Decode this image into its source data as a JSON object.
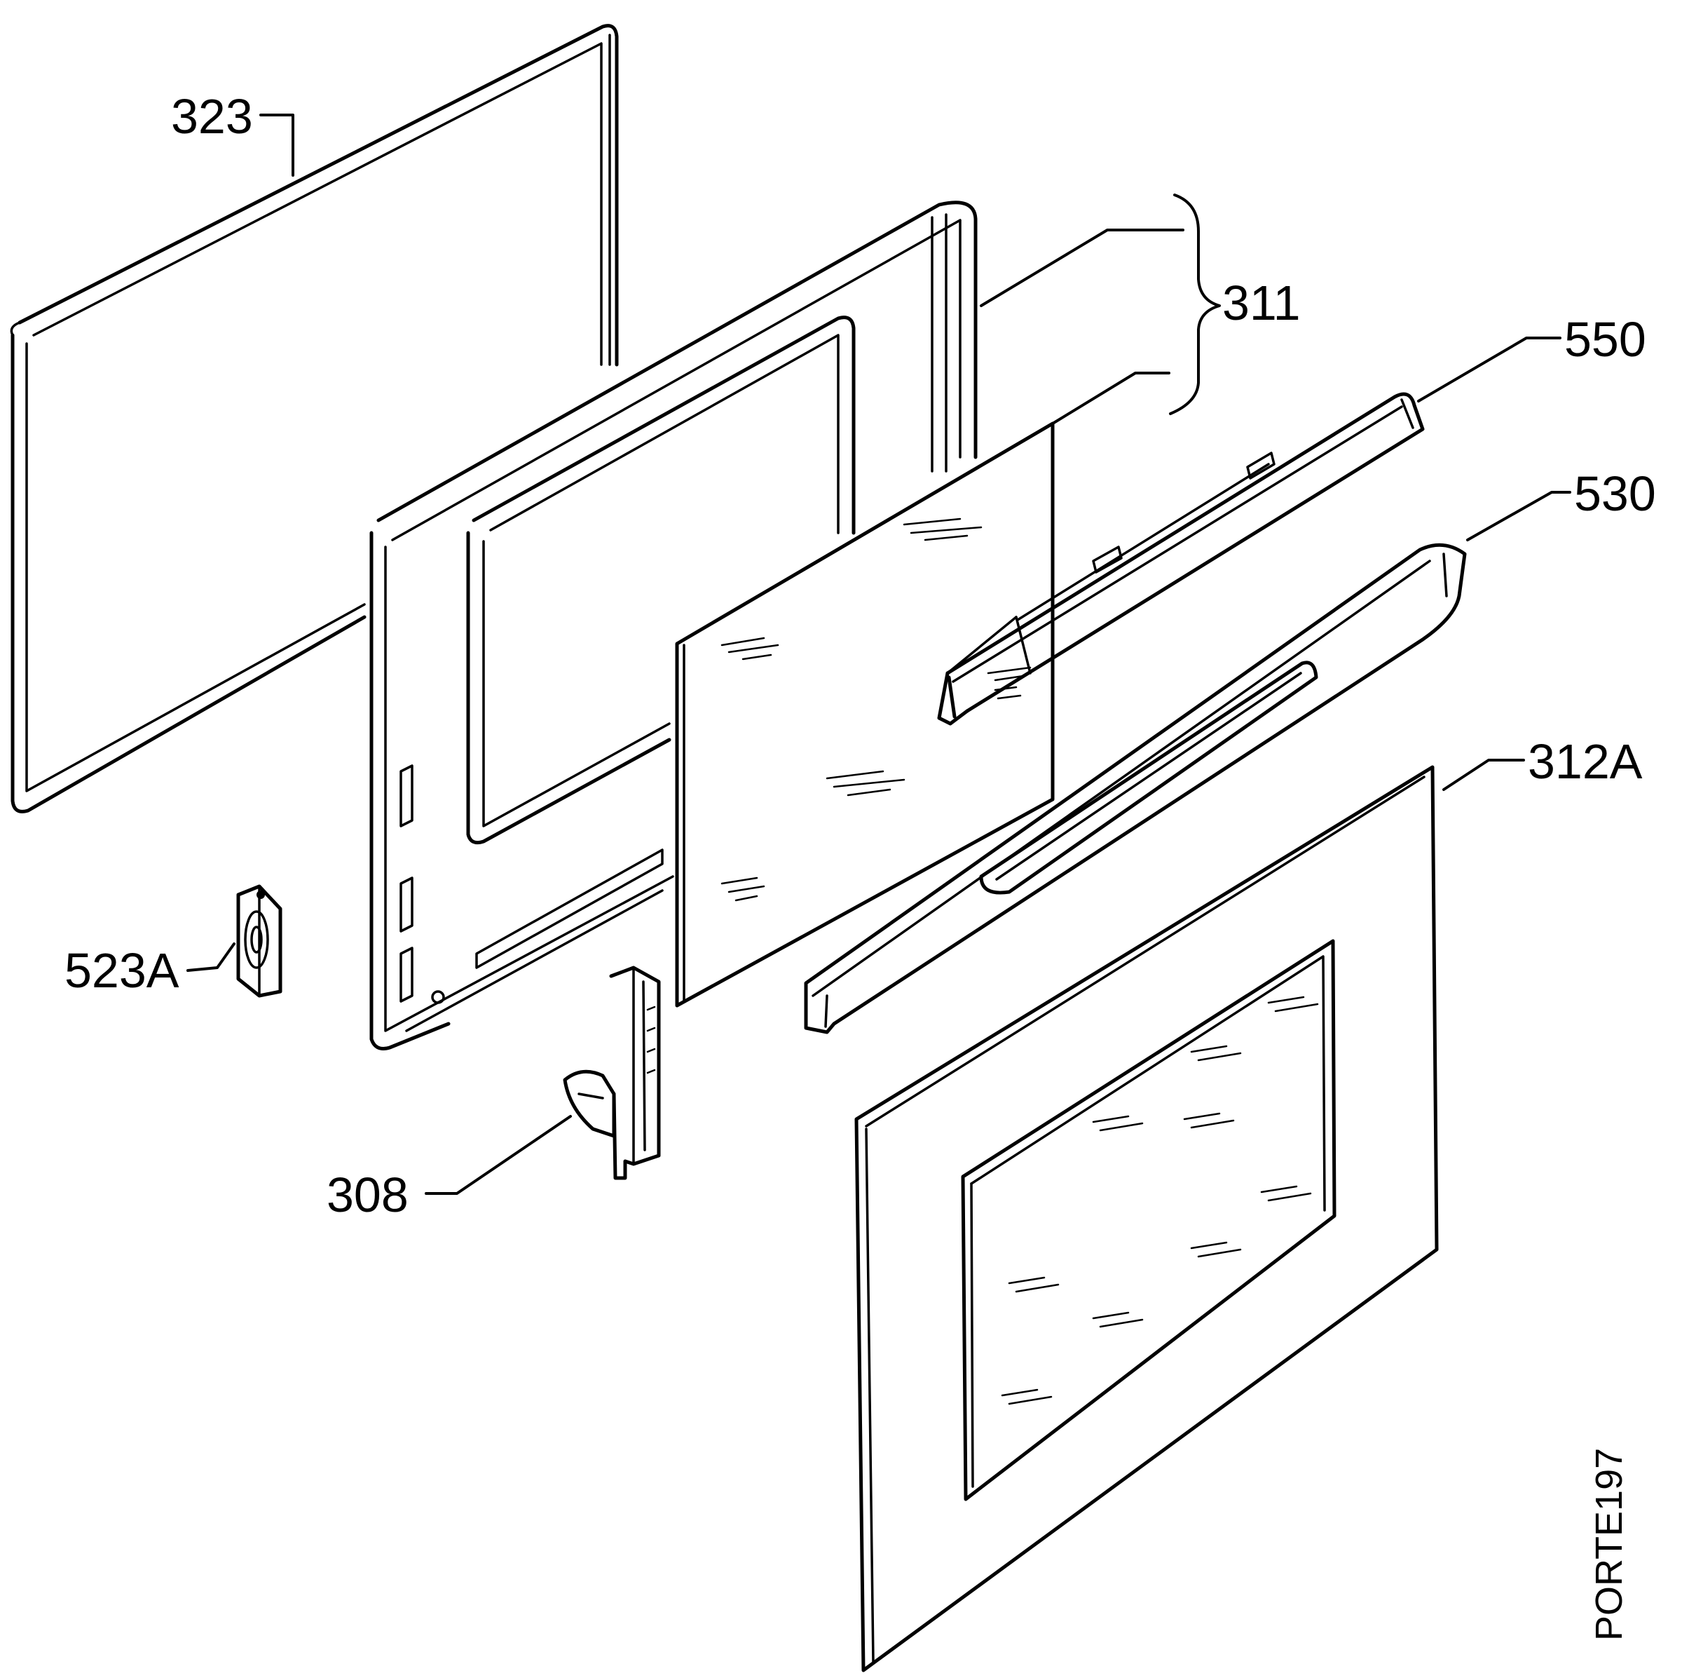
{
  "diagram": {
    "type": "exploded-parts-view",
    "reference": "PORTE197",
    "parts": [
      {
        "id": "p323",
        "label": "323"
      },
      {
        "id": "p311",
        "label": "311"
      },
      {
        "id": "p550",
        "label": "550"
      },
      {
        "id": "p530",
        "label": "530"
      },
      {
        "id": "p312a",
        "label": "312A"
      },
      {
        "id": "p523a",
        "label": "523A"
      },
      {
        "id": "p308",
        "label": "308"
      }
    ]
  }
}
